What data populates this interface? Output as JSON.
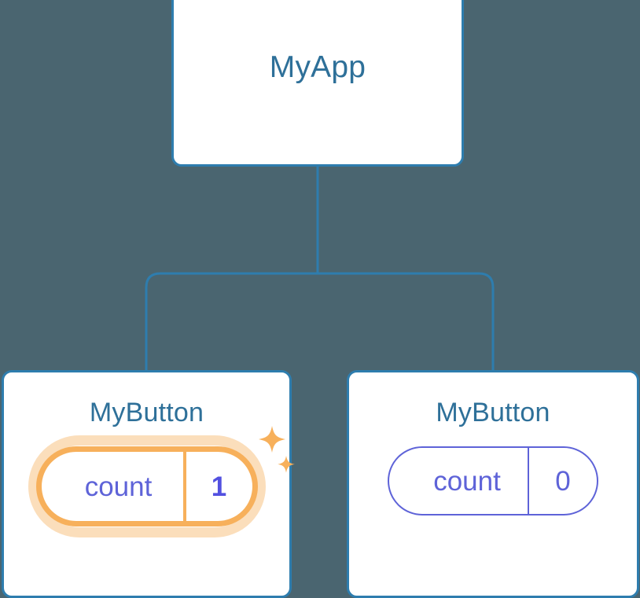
{
  "diagram": {
    "type": "component-tree",
    "background_color": "#4a6570",
    "connector_color": "#2e7dae",
    "node_border_color": "#2e7dae",
    "node_title_color": "#2e7099",
    "prop_color": "#5e63d8",
    "highlight_color": "#f7b05b",
    "highlight_value_color": "#5250e0",
    "root": {
      "title": "MyApp"
    },
    "children": [
      {
        "title": "MyButton",
        "prop_key": "count",
        "prop_value": "1",
        "highlighted": true,
        "sparkle_large": "sparkle-icon",
        "sparkle_small": "sparkle-icon"
      },
      {
        "title": "MyButton",
        "prop_key": "count",
        "prop_value": "0",
        "highlighted": false
      }
    ]
  }
}
